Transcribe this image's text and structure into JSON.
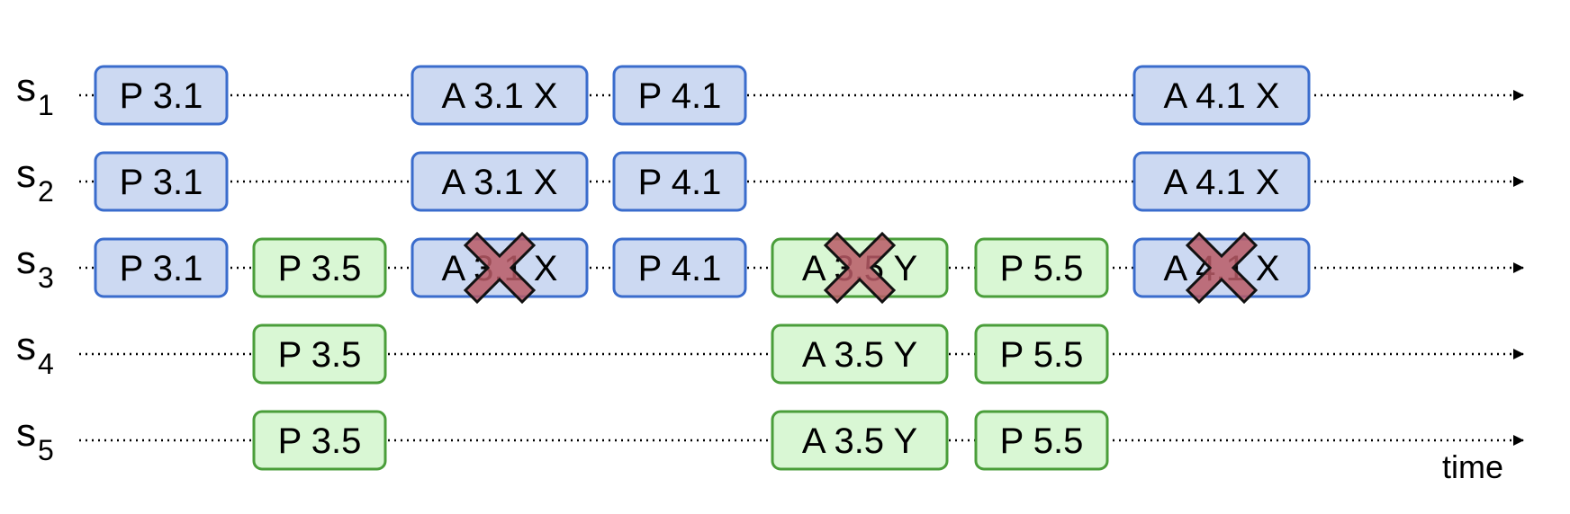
{
  "colors": {
    "blue_fill": "#ccd9f2",
    "blue_stroke": "#3a6ccc",
    "green_fill": "#d9f7d4",
    "green_stroke": "#4a9e3a",
    "cross_fill": "#b85a66",
    "cross_stroke": "#111111",
    "line": "#000000"
  },
  "time_label": "time",
  "servers": [
    {
      "name": "s",
      "sub": "1",
      "events": [
        {
          "col": 0,
          "label": "P 3.1",
          "color": "blue"
        },
        {
          "col": 2,
          "label": "A 3.1 X",
          "color": "blue"
        },
        {
          "col": 3,
          "label": "P 4.1",
          "color": "blue"
        },
        {
          "col": 6,
          "label": "A 4.1 X",
          "color": "blue"
        }
      ]
    },
    {
      "name": "s",
      "sub": "2",
      "events": [
        {
          "col": 0,
          "label": "P 3.1",
          "color": "blue"
        },
        {
          "col": 2,
          "label": "A 3.1 X",
          "color": "blue"
        },
        {
          "col": 3,
          "label": "P 4.1",
          "color": "blue"
        },
        {
          "col": 6,
          "label": "A 4.1 X",
          "color": "blue"
        }
      ]
    },
    {
      "name": "s",
      "sub": "3",
      "events": [
        {
          "col": 0,
          "label": "P 3.1",
          "color": "blue"
        },
        {
          "col": 1,
          "label": "P 3.5",
          "color": "green"
        },
        {
          "col": 2,
          "label": "A 3.1 X",
          "color": "blue",
          "crossed": true
        },
        {
          "col": 3,
          "label": "P 4.1",
          "color": "blue"
        },
        {
          "col": 4,
          "label": "A 3.5 Y",
          "color": "green",
          "crossed": true
        },
        {
          "col": 5,
          "label": "P 5.5",
          "color": "green"
        },
        {
          "col": 6,
          "label": "A 4.1 X",
          "color": "blue",
          "crossed": true
        }
      ]
    },
    {
      "name": "s",
      "sub": "4",
      "events": [
        {
          "col": 1,
          "label": "P 3.5",
          "color": "green"
        },
        {
          "col": 4,
          "label": "A 3.5 Y",
          "color": "green"
        },
        {
          "col": 5,
          "label": "P 5.5",
          "color": "green"
        }
      ]
    },
    {
      "name": "s",
      "sub": "5",
      "events": [
        {
          "col": 1,
          "label": "P 3.5",
          "color": "green"
        },
        {
          "col": 4,
          "label": "A 3.5 Y",
          "color": "green"
        },
        {
          "col": 5,
          "label": "P 5.5",
          "color": "green"
        }
      ]
    }
  ]
}
